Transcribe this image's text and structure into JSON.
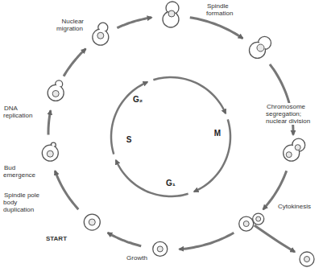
{
  "diagram": {
    "labels": [
      "Nuclear migration",
      "Spindle formation",
      "Chromosome segregation; nuclear division",
      "Cytokinesis",
      "Growth",
      "START",
      "Spindle pole body duplication",
      "Bud emergence",
      "DNA replication",
      "G₂",
      "S",
      "M",
      "G₁"
    ]
  }
}
